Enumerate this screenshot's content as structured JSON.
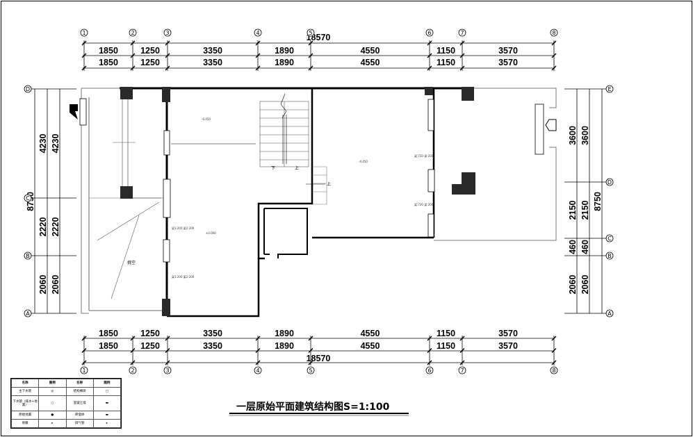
{
  "title": "一层原始平面建筑结构图S=1:100",
  "dims": {
    "total": "18570",
    "horizontal": [
      "1850",
      "1250",
      "3350",
      "1890",
      "4550",
      "1150",
      "3570"
    ],
    "left_outer": "8750",
    "left_inner": [
      "4230",
      "2220",
      "2060"
    ],
    "right_outer": "8750",
    "right_inner": [
      "3600",
      "2150",
      "460",
      "2060"
    ]
  },
  "axes": {
    "numbers": [
      "1",
      "2",
      "3",
      "4",
      "5",
      "6",
      "7",
      "8"
    ],
    "letters_left": [
      "D",
      "C",
      "B",
      "A"
    ],
    "letters_right": [
      "E",
      "D",
      "C",
      "B",
      "A"
    ]
  },
  "labels": {
    "void": "挑空",
    "up": "上",
    "down": "下",
    "elev_a": "-0.450",
    "elev_b": "-0.450",
    "elev_c": "±0.000",
    "mark1": "梁1:200\n梁2:200",
    "mark2": "梁1:200\n梁2:200",
    "mark3": "梁:720\n梁:200",
    "mark4": "梁:720\n梁:200"
  },
  "legend": {
    "headers": [
      "名称",
      "图例",
      "名称",
      "图例"
    ],
    "rows": [
      [
        "主下水管",
        "◎",
        "结构横梁",
        "□"
      ],
      [
        "下水管（排水+地漏）",
        "○",
        "混凝土墙",
        "▬"
      ],
      [
        "原始地漏",
        "●",
        "砖墙体",
        "▬"
      ],
      [
        "地暖",
        "▸",
        "排气管",
        "▸"
      ]
    ]
  },
  "colors": {
    "wall": "#000000",
    "column": "#2a2a2a",
    "line": "#000000",
    "thin": "#555555"
  }
}
